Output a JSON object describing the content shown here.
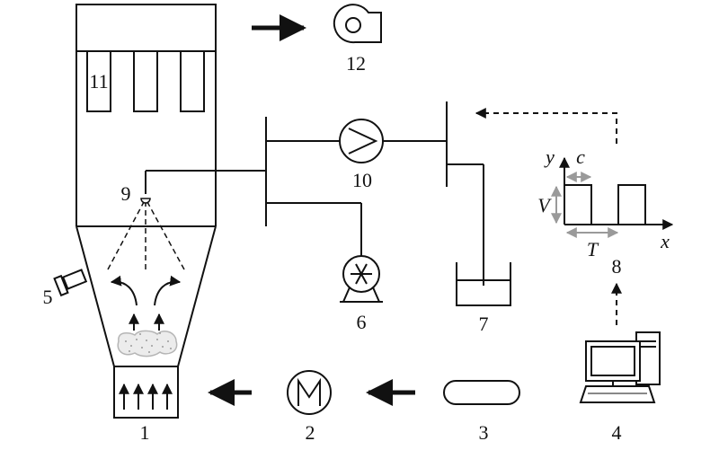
{
  "labels": {
    "n1": "1",
    "n2": "2",
    "n3": "3",
    "n4": "4",
    "n5": "5",
    "n6": "6",
    "n7": "7",
    "n8": "8",
    "n9": "9",
    "n10": "10",
    "n11": "11",
    "n12": "12"
  },
  "pulse": {
    "y_axis": "y",
    "x_axis": "x",
    "width": "c",
    "amplitude": "V",
    "period": "T"
  },
  "colors": {
    "line": "#111111",
    "grey_arrow": "#9a9a9a",
    "powder": "#b5b5b5"
  }
}
